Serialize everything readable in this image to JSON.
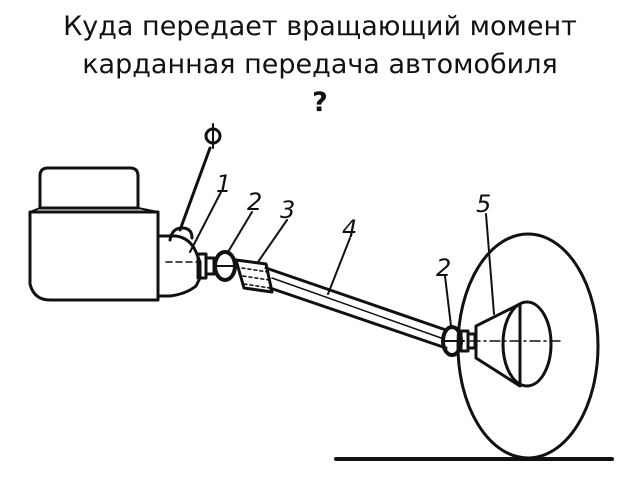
{
  "question": {
    "line1": "Куда передает вращающий момент",
    "line2": "карданная передача автомобиля",
    "mark": "?"
  },
  "diagram": {
    "callouts": [
      {
        "id": "gearbox",
        "label": "1"
      },
      {
        "id": "joint_front",
        "label": "2"
      },
      {
        "id": "slip_spline",
        "label": "3"
      },
      {
        "id": "shaft",
        "label": "4"
      },
      {
        "id": "joint_rear",
        "label": "2"
      },
      {
        "id": "rear_axle",
        "label": "5"
      }
    ],
    "colors": {
      "line": "#111111",
      "background": "#ffffff"
    }
  }
}
